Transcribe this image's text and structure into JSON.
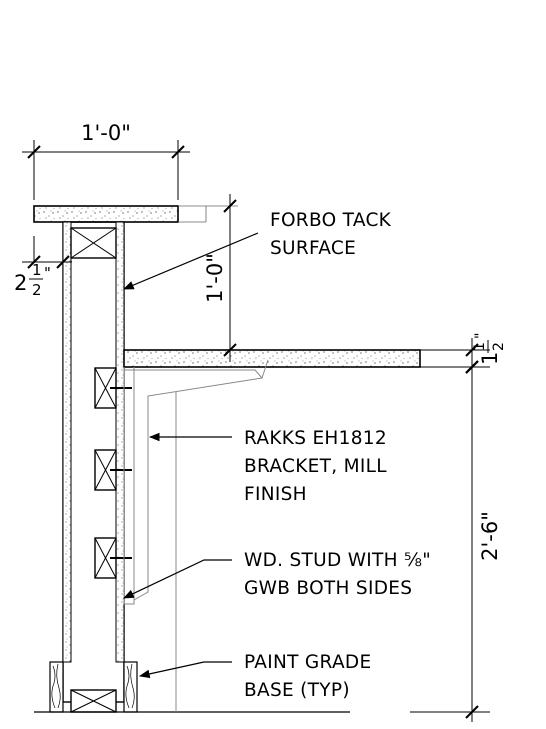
{
  "dimensions": {
    "top_width": "1'-0\"",
    "shelf_height": "1'-0\"",
    "wall_thickness_whole": "2",
    "wall_thickness_num": "1",
    "wall_thickness_den": "2",
    "wall_thickness_mark": "\"",
    "shelf_thickness_whole": "1",
    "shelf_thickness_num": "1",
    "shelf_thickness_den": "2",
    "shelf_thickness_mark": "\"",
    "base_height": "2'-6\""
  },
  "notes": {
    "forbo": [
      "FORBO TACK",
      "SURFACE"
    ],
    "bracket": [
      "RAKKS EH1812",
      "BRACKET, MILL",
      "FINISH"
    ],
    "stud": [
      "WD. STUD WITH ⅝\"",
      "GWB BOTH SIDES"
    ],
    "base": [
      "PAINT GRADE",
      "BASE (TYP)"
    ]
  }
}
